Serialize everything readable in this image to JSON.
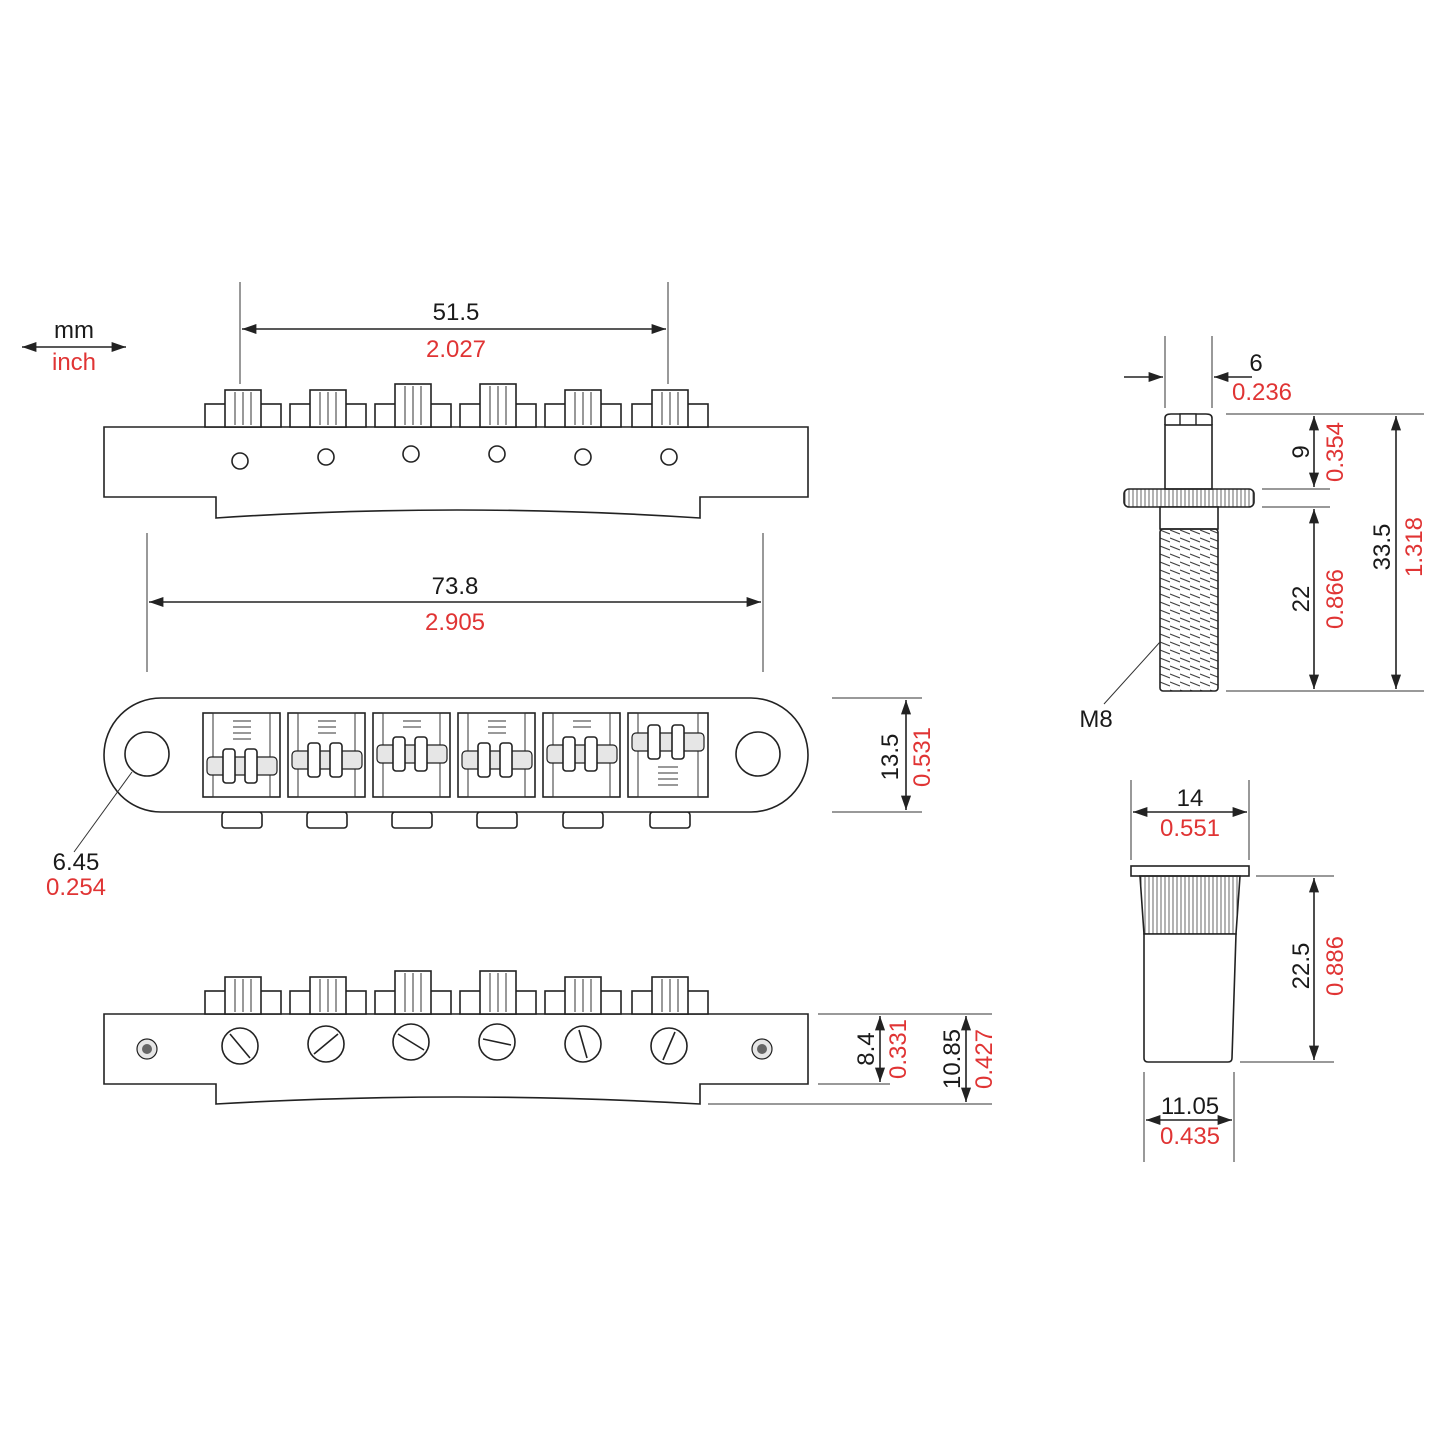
{
  "colors": {
    "line": "#222222",
    "mm_text": "#1a1a1a",
    "inch_text": "#e03434",
    "background": "#ffffff"
  },
  "legend": {
    "mm": "mm",
    "inch": "inch"
  },
  "dims": {
    "bridge_string_span": {
      "mm": "51.5",
      "inch": "2.027"
    },
    "bridge_total_length": {
      "mm": "73.8",
      "inch": "2.905"
    },
    "bridge_width": {
      "mm": "13.5",
      "inch": "0.531"
    },
    "post_hole_diameter": {
      "mm": "6.45",
      "inch": "0.254"
    },
    "bridge_height_top": {
      "mm": "8.4",
      "inch": "0.331"
    },
    "bridge_height_total": {
      "mm": "10.85",
      "inch": "0.427"
    },
    "stud_head_width": {
      "mm": "6",
      "inch": "0.236"
    },
    "stud_head_height": {
      "mm": "9",
      "inch": "0.354"
    },
    "stud_thread_length": {
      "mm": "22",
      "inch": "0.866"
    },
    "stud_total_length": {
      "mm": "33.5",
      "inch": "1.318"
    },
    "stud_thread": {
      "mm": "M8"
    },
    "insert_flange_diameter": {
      "mm": "14",
      "inch": "0.551"
    },
    "insert_length": {
      "mm": "22.5",
      "inch": "0.886"
    },
    "insert_body_diameter": {
      "mm": "11.05",
      "inch": "0.435"
    }
  }
}
